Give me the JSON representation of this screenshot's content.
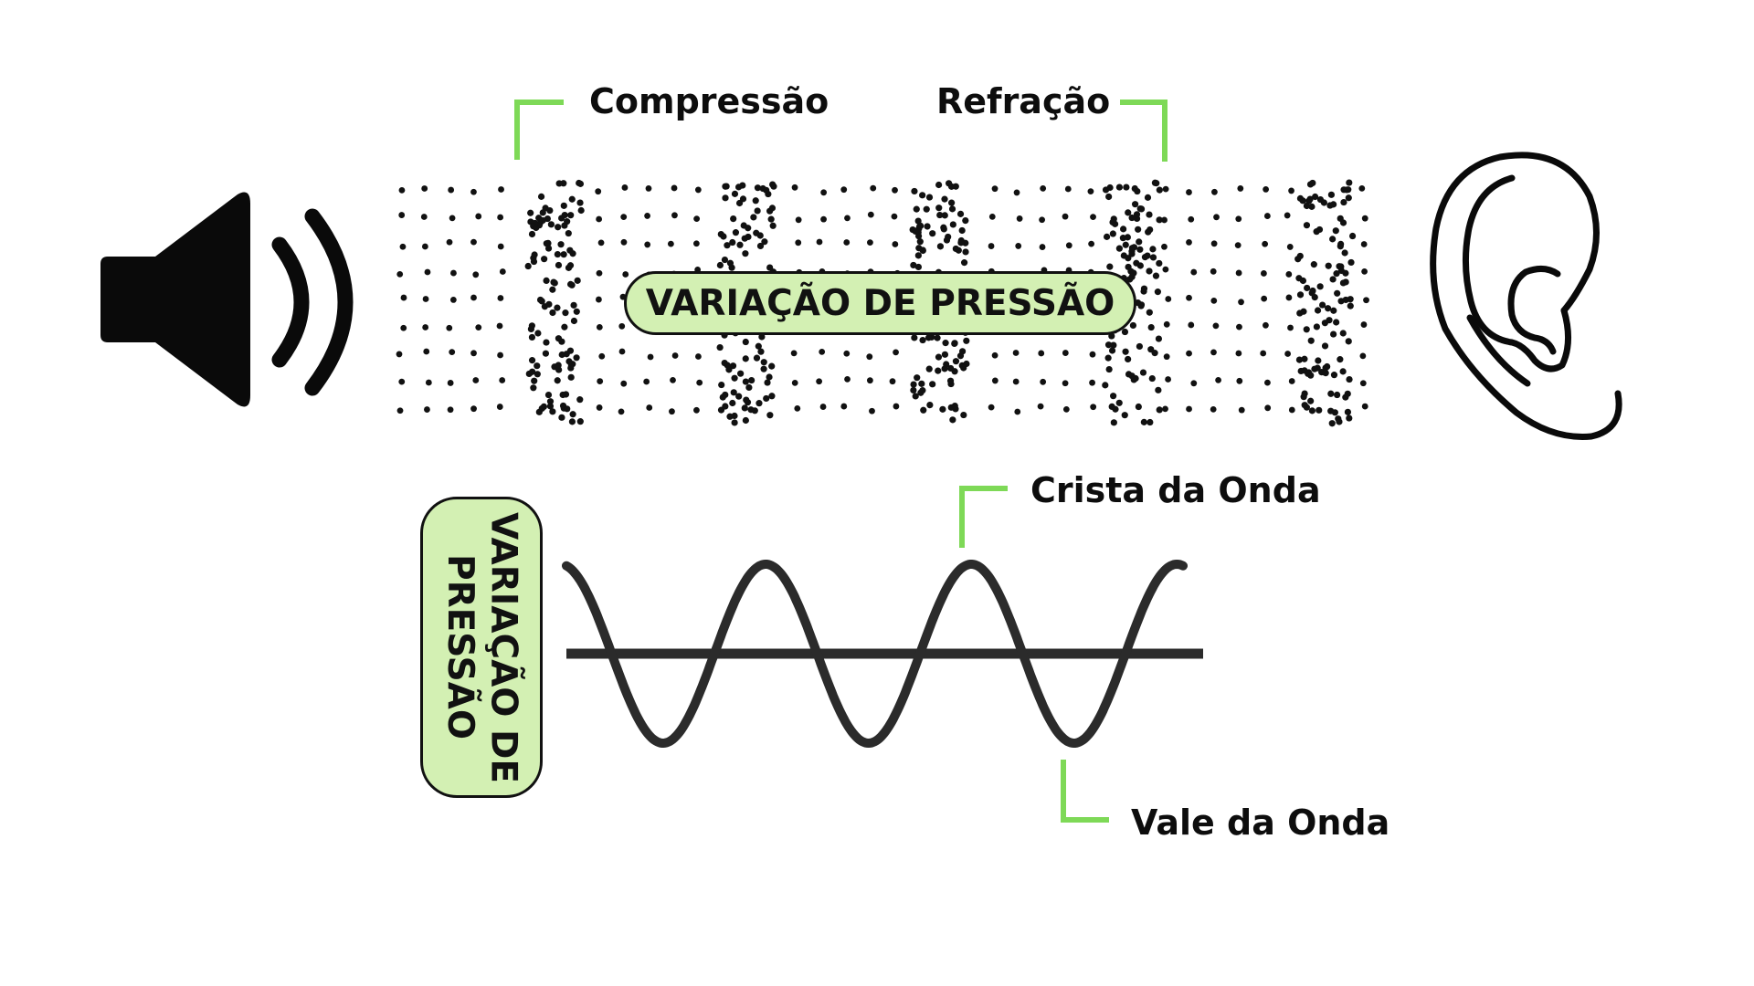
{
  "labels": {
    "compression": "Compressão",
    "refraction": "Refração",
    "crest": "Crista da Onda",
    "trough": "Vale da Onda"
  },
  "pressure_badge_horizontal": "VARIAÇÃO DE PRESSÃO",
  "pressure_badge_vertical": "VARIAÇÃO DE PRESSÃO",
  "icons": {
    "source": "speaker-icon",
    "receiver": "ear-icon"
  },
  "colors": {
    "accent_green": "#7ed957",
    "badge_fill": "#d3f0b3",
    "ink": "#111111"
  },
  "wave": {
    "cycles": 3,
    "compression_bands": 5
  }
}
